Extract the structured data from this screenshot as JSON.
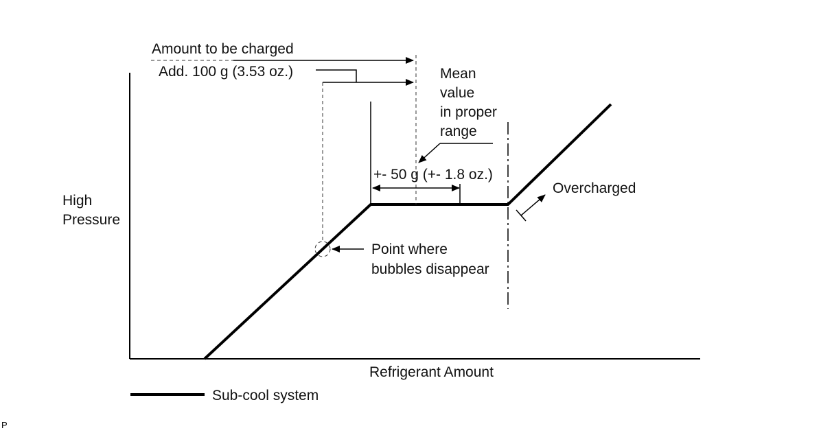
{
  "labels": {
    "amount_to_be_charged": "Amount to be charged",
    "add_amount": "Add. 100 g (3.53 oz.)",
    "mean_value_lines": [
      "Mean",
      "value",
      "in proper",
      "range"
    ],
    "tolerance": "+- 50 g (+- 1.8 oz.)",
    "overcharged": "Overcharged",
    "bubbles_lines": [
      "Point where",
      "bubbles disappear"
    ],
    "y_axis_lines": [
      "High",
      "Pressure"
    ],
    "x_axis": "Refrigerant Amount",
    "legend": "Sub-cool system",
    "corner_mark": "P"
  },
  "colors": {
    "line": "#000000",
    "text": "#111111",
    "background": "#ffffff"
  }
}
